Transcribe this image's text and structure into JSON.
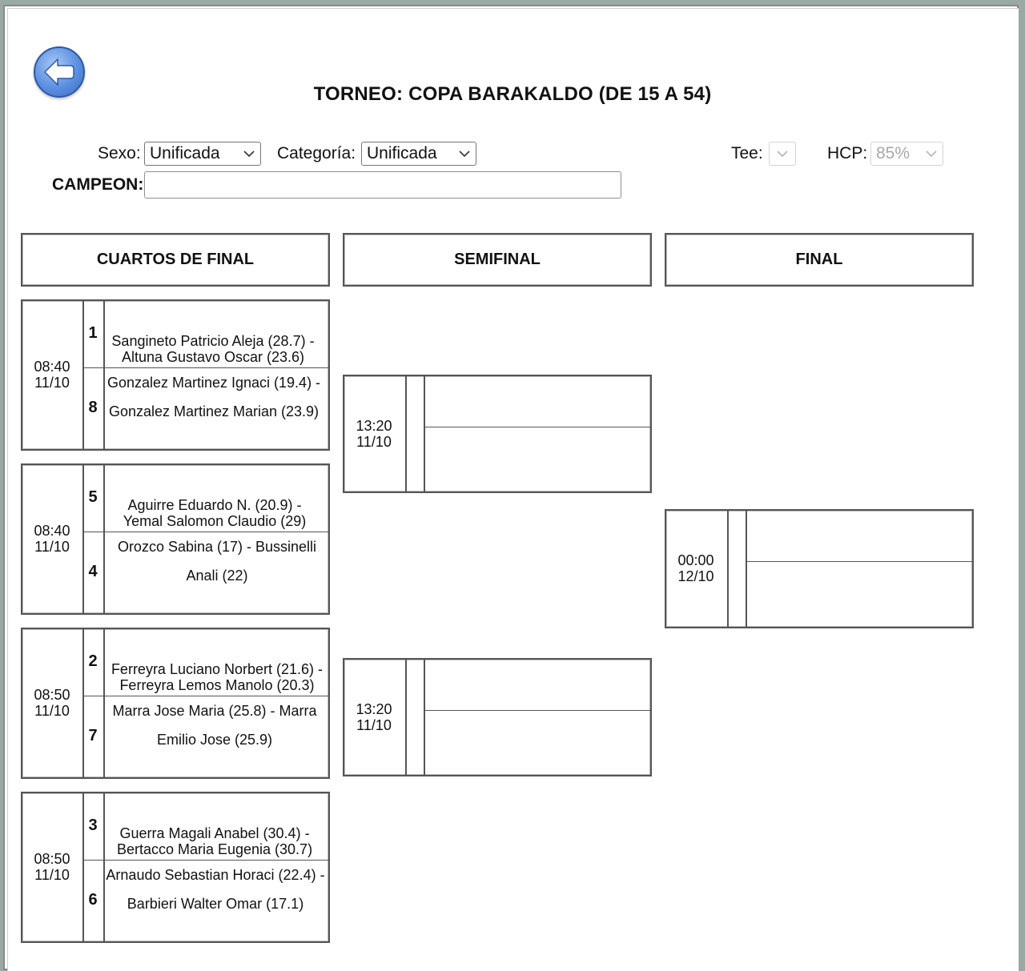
{
  "page": {
    "title": "TORNEO: COPA BARAKALDO (DE 15 A 54)"
  },
  "filters": {
    "sexo_label": "Sexo:",
    "sexo_value": "Unificada",
    "categoria_label": "Categoría:",
    "categoria_value": "Unificada",
    "tee_label": "Tee:",
    "tee_value": "",
    "hcp_label": "HCP:",
    "hcp_value": "85%",
    "campeon_label": "CAMPEON:",
    "campeon_value": ""
  },
  "rounds": [
    "CUARTOS DE FINAL",
    "SEMIFINAL",
    "FINAL"
  ],
  "quarterfinals": [
    {
      "time": "08:40",
      "date": "11/10",
      "seed_top": "1",
      "team_top": "Sangineto Patricio Aleja (28.7) - Altuna Gustavo Oscar (23.6)",
      "seed_bottom": "8",
      "team_bottom": "Gonzalez Martinez Ignaci (19.4) - Gonzalez Martinez Marian (23.9)"
    },
    {
      "time": "08:40",
      "date": "11/10",
      "seed_top": "5",
      "team_top": "Aguirre Eduardo N. (20.9) - Yemal Salomon Claudio (29)",
      "seed_bottom": "4",
      "team_bottom": "Orozco Sabina (17) - Bussinelli Anali (22)"
    },
    {
      "time": "08:50",
      "date": "11/10",
      "seed_top": "2",
      "team_top": "Ferreyra Luciano Norbert (21.6) - Ferreyra Lemos Manolo (20.3)",
      "seed_bottom": "7",
      "team_bottom": "Marra Jose Maria (25.8) - Marra Emilio Jose (25.9)"
    },
    {
      "time": "08:50",
      "date": "11/10",
      "seed_top": "3",
      "team_top": "Guerra Magali Anabel (30.4) - Bertacco Maria Eugenia (30.7)",
      "seed_bottom": "6",
      "team_bottom": "Arnaudo Sebastian Horaci (22.4) - Barbieri Walter Omar (17.1)"
    }
  ],
  "semifinals": [
    {
      "time": "13:20",
      "date": "11/10"
    },
    {
      "time": "13:20",
      "date": "11/10"
    }
  ],
  "final": {
    "time": "00:00",
    "date": "12/10"
  }
}
